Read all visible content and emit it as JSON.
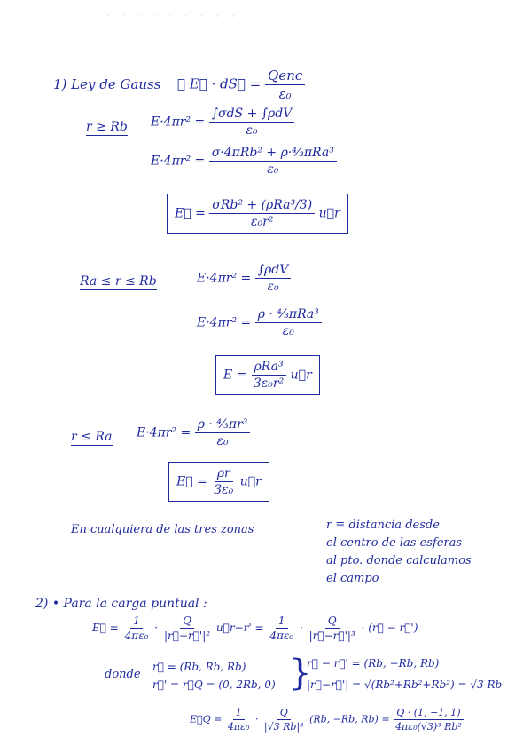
{
  "header_smudge": "· · · · · · · · ·",
  "part1": {
    "label": "1) Ley de Gauss",
    "gauss_lhs": "∮ E⃗ · dS⃗ =",
    "gauss_num": "Qenc",
    "gauss_den": "ε₀",
    "zone1": {
      "cond": "r ≥ Rb",
      "eq1_lhs": "E·4πr² =",
      "eq1_num": "∫σdS + ∫ρdV",
      "eq1_den": "ε₀",
      "eq2_lhs": "E·4πr² =",
      "eq2_num": "σ·4πRb² + ρ·⁴⁄₃πRa³",
      "eq2_den": "ε₀",
      "result_lhs": "E⃗ =",
      "result_num": "σRb² + (ρRa³/3)",
      "result_den": "ε₀r²",
      "result_unit": "u⃗r"
    },
    "zone2": {
      "cond": "Ra ≤ r ≤ Rb",
      "eq1_lhs": "E·4πr² =",
      "eq1_num": "∫ρdV",
      "eq1_den": "ε₀",
      "eq2_lhs": "E·4πr² =",
      "eq2_num": "ρ · ⁴⁄₃πRa³",
      "eq2_den": "ε₀",
      "result_lhs": "E =",
      "result_num": "ρRa³",
      "result_den": "3ε₀r²",
      "result_unit": "u⃗r"
    },
    "zone3": {
      "cond": "r ≤ Ra",
      "eq1_lhs": "E·4πr² =",
      "eq1_num": "ρ · ⁴⁄₃πr³",
      "eq1_den": "ε₀",
      "result_lhs": "E⃗ =",
      "result_num": "ρr",
      "result_den": "3ε₀",
      "result_unit": "u⃗r"
    },
    "note_left": "En cualquiera de las tres zonas",
    "note_right_1": "r ≡ distancia desde",
    "note_right_2": "el centro de las esferas",
    "note_right_3": "al pto. donde calculamos",
    "note_right_4": "el campo"
  },
  "part2": {
    "label": "2) • Para la carga puntual :",
    "eq_E_lhs": "E⃗ =",
    "eq_f1_num": "1",
    "eq_f1_den": "4πε₀",
    "eq_f2_num": "Q",
    "eq_f2_den": "|r⃗−r⃗'|²",
    "eq_unit": "u⃗r−r' =",
    "eq_f3_num": "1",
    "eq_f3_den": "4πε₀",
    "eq_f4_num": "Q",
    "eq_f4_den": "|r⃗−r⃗'|³",
    "eq_tail": "· (r⃗ − r⃗')",
    "donde": "donde",
    "r_def": "r⃗ = (Rb, Rb, Rb)",
    "rp_def": "r⃗' = r⃗Q = (0, 2Rb, 0)",
    "diff": "r⃗ − r⃗' = (Rb, −Rb, Rb)",
    "mag": "|r⃗−r⃗'| = √(Rb²+Rb²+Rb²) = √3 Rb",
    "final_lhs": "E⃗Q =",
    "final_f1_num": "1",
    "final_f1_den": "4πε₀",
    "final_f2_num": "Q",
    "final_f2_den": "|√3 Rb|³",
    "final_mid": "(Rb, −Rb, Rb) =",
    "final_f3_num": "Q · (1, −1, 1)",
    "final_f3_den": "4πε₀(√3)³ Rb²"
  }
}
